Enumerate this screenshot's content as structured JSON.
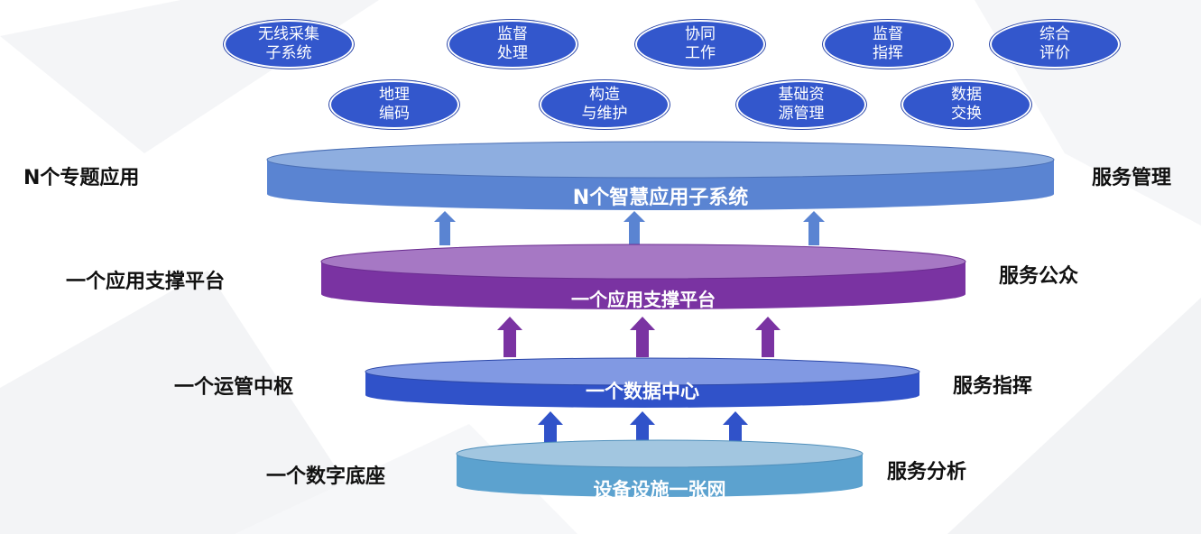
{
  "bubbles": [
    {
      "id": "wireless",
      "lines": [
        "无线采集",
        "子系统"
      ]
    },
    {
      "id": "supervise-handle",
      "lines": [
        "监督",
        "处理"
      ]
    },
    {
      "id": "collaborate",
      "lines": [
        "协同",
        "工作"
      ]
    },
    {
      "id": "supervise-command",
      "lines": [
        "监督",
        "指挥"
      ]
    },
    {
      "id": "evaluate",
      "lines": [
        "综合",
        "评价"
      ]
    },
    {
      "id": "geo-code",
      "lines": [
        "地理",
        "编码"
      ]
    },
    {
      "id": "build-maintain",
      "lines": [
        "构造",
        "与维护"
      ]
    },
    {
      "id": "resource-manage",
      "lines": [
        "基础资",
        "源管理"
      ]
    },
    {
      "id": "data-exchange",
      "lines": [
        "数据",
        "交换"
      ]
    }
  ],
  "tiers": [
    {
      "id": "smart-apps",
      "text": "N个智慧应用子系统",
      "top_color": "#8eaee0",
      "side_color": "#5a84d2"
    },
    {
      "id": "support-platform",
      "text": "一个应用支撑平台",
      "top_color": "#a678c4",
      "side_color": "#7a33a2"
    },
    {
      "id": "data-center",
      "text": "一个数据中心",
      "top_color": "#8199e3",
      "side_color": "#3052c9"
    },
    {
      "id": "facility-network",
      "text": "设备设施一张网",
      "top_color": "#a2c6e0",
      "side_color": "#5ca2cf"
    }
  ],
  "left_labels": [
    {
      "id": "topic-apps",
      "text": "N个专题应用"
    },
    {
      "id": "support-platform",
      "text": "一个应用支撑平台"
    },
    {
      "id": "ops-hub",
      "text": "一个运管中枢"
    },
    {
      "id": "digital-base",
      "text": "一个数字底座"
    }
  ],
  "right_labels": [
    {
      "id": "service-manage",
      "text": "服务管理"
    },
    {
      "id": "service-public",
      "text": "服务公众"
    },
    {
      "id": "service-command",
      "text": "服务指挥"
    },
    {
      "id": "service-analysis",
      "text": "服务分析"
    }
  ],
  "arrow_colors": {
    "upper": "#5a84d2",
    "middle": "#7a33a2",
    "lower": "#3052c9"
  }
}
